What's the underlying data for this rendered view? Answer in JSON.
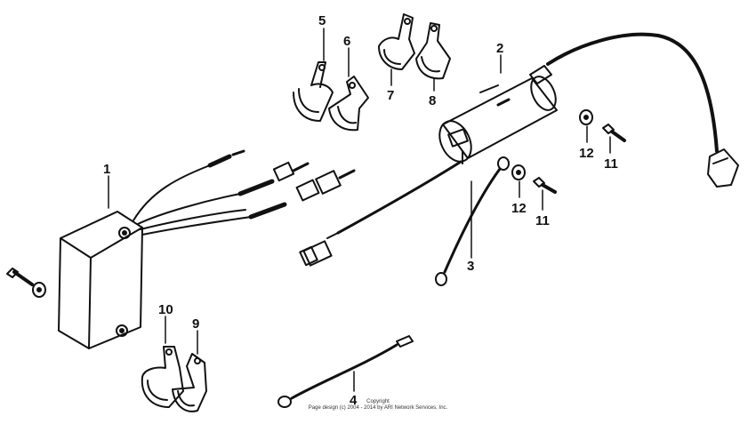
{
  "parts": [
    {
      "id": "1",
      "label": "1"
    },
    {
      "id": "2",
      "label": "2"
    },
    {
      "id": "3",
      "label": "3"
    },
    {
      "id": "4",
      "label": "4"
    },
    {
      "id": "5",
      "label": "5"
    },
    {
      "id": "6",
      "label": "6"
    },
    {
      "id": "7",
      "label": "7"
    },
    {
      "id": "8",
      "label": "8"
    },
    {
      "id": "9",
      "label": "9"
    },
    {
      "id": "10",
      "label": "10"
    },
    {
      "id": "11a",
      "label": "11"
    },
    {
      "id": "11b",
      "label": "11"
    },
    {
      "id": "12a",
      "label": "12"
    },
    {
      "id": "12b",
      "label": "12"
    }
  ],
  "copyright": {
    "line1": "Copyright",
    "line2": "Page design (c) 2004 - 2014 by ARI Network Services, Inc."
  }
}
